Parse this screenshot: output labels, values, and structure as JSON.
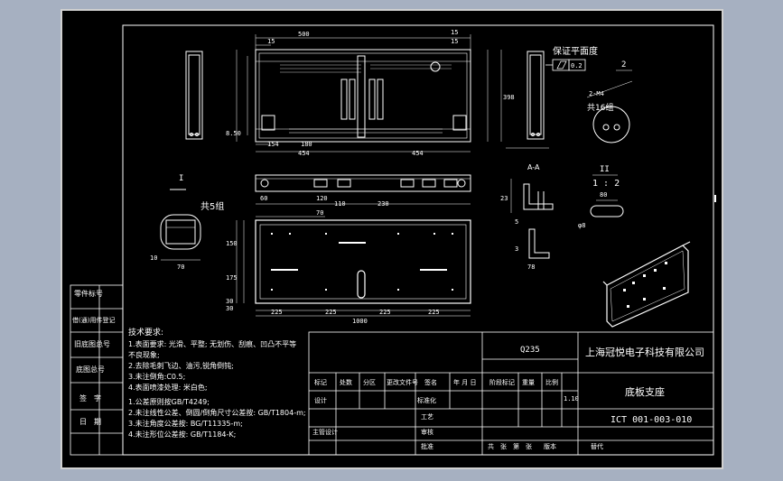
{
  "colors": {
    "background": "#a6b0c1",
    "paper": "#000000",
    "lines": "#ffffff",
    "accent": "#cfd3da"
  },
  "views": {
    "top_dims": [
      "15",
      "500",
      "15",
      "15"
    ],
    "total_top": "454",
    "bottom_dims": [
      "154",
      "180",
      "454"
    ],
    "right_height": "398",
    "left_height": "8.50",
    "flat_label": "保证平面度",
    "flat_value": "0.2",
    "holes_note": "共16组",
    "hole_dim": "2-M4",
    "group5_label": "共5组",
    "section_label": "A-A",
    "section_dims": [
      "23",
      "5"
    ],
    "detail_label": "II",
    "detail_scale": "1 : 2",
    "bottom_total": "1000",
    "bottom_dims_list": [
      "225",
      "225",
      "225",
      "225"
    ],
    "side_dims": [
      "150",
      "175",
      "30",
      "30"
    ],
    "mid_dims": [
      "60",
      "110",
      "230",
      "120"
    ],
    "left_section_dims": [
      "10",
      "70"
    ],
    "small_dims": [
      "78",
      "3"
    ]
  },
  "left_strip": {
    "cells": [
      "零件标号",
      "借(通)用件登记",
      "旧底图总号",
      "底图总号",
      "签　字",
      "日　期"
    ]
  },
  "tech_notes": {
    "title": "技术要求:",
    "lines": [
      "1.表面要求: 光滑、平整; 无划伤、刮痕、凹凸不平等",
      "  不良现象;",
      "2.去除毛刺飞边、油污,锐角倒钝;",
      "3.未注倒角:C0.5;",
      "4.表面喷漆处理: 米白色;",
      "",
      "1.公差原则按GB/T4249;",
      "2.未注线性公差、倒圆/倒角尺寸公差按: GB/T1804-m;",
      "3.未注角度公差按: BG/T11335-m;",
      "4.未注形位公差按: GB/T1184-K;"
    ]
  },
  "title_block": {
    "material": "Q235",
    "company": "上海冠悦电子科技有限公司",
    "headers": [
      "标记",
      "处数",
      "分区",
      "更改文件号",
      "签名",
      "年 月 日"
    ],
    "stage_headers": [
      "阶段标记",
      "重量",
      "比例"
    ],
    "scale": "1.10",
    "roles": [
      "设计",
      "",
      "工艺",
      "主管设计",
      "审核",
      "批准"
    ],
    "role_right": [
      "标准化",
      "工艺",
      "审核",
      "批准"
    ],
    "part_name": "底板支座",
    "drawing_no": "ICT 001-003-010",
    "footer": [
      "共　张　第　张",
      "版本",
      "替代"
    ]
  }
}
